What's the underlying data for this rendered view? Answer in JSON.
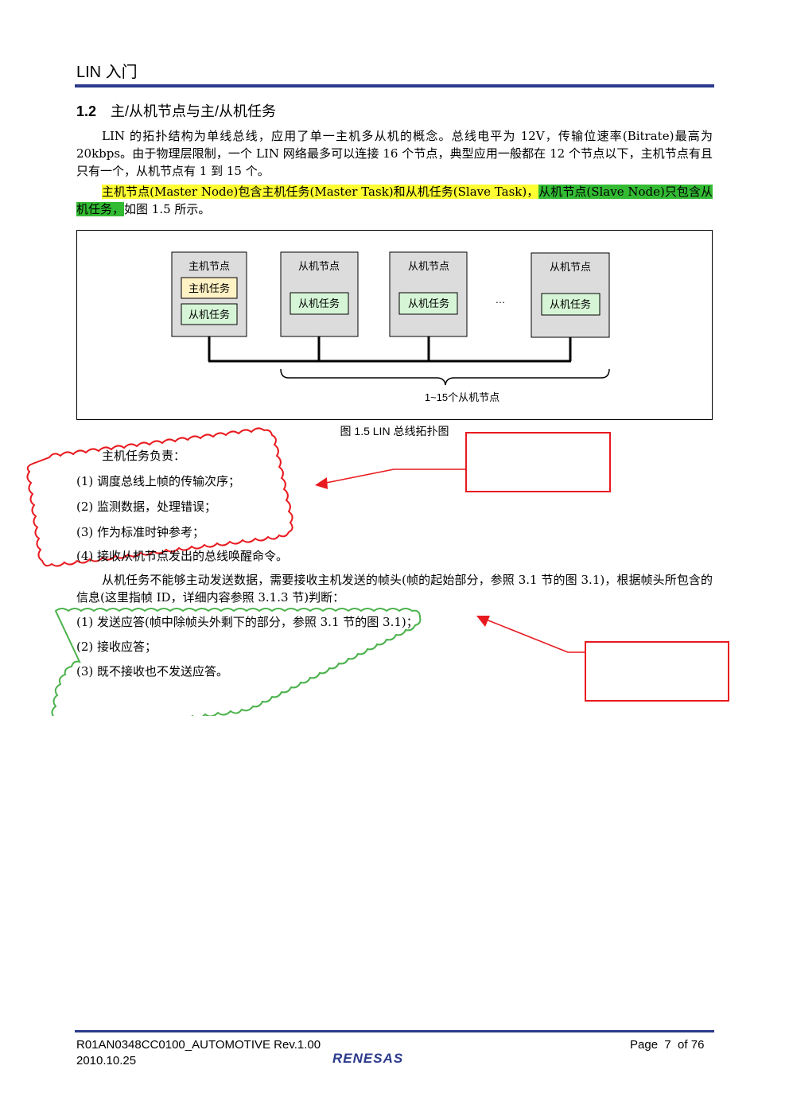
{
  "header": {
    "title": "LIN 入门"
  },
  "section": {
    "number": "1.2",
    "title": "主/从机节点与主/从机任务"
  },
  "paragraph1": "LIN 的拓扑结构为单线总线，应用了单一主机多从机的概念。总线电平为 12V，传输位速率(Bitrate)最高为 20kbps。由于物理层限制，一个 LIN 网络最多可以连接 16 个节点，典型应用一般都在 12 个节点以下，主机节点有且只有一个，从机节点有 1 到 15 个。",
  "paragraph2": {
    "part1": "主机节点(Master Node)包含主机任务(Master Task)和从机任务(Slave Task)，",
    "part2": "从机节点(Slave Node)只包含从机任务，",
    "part3": "如图 1.5 所示。"
  },
  "figure": {
    "master_node": "主机节点",
    "master_task": "主机任务",
    "slave_task": "从机任务",
    "slave_node": "从机节点",
    "ellipsis": "…",
    "brace_label": "1~15个从机节点",
    "caption": "图 1.5 LIN 总线拓扑图"
  },
  "master_duties": {
    "intro": "主机任务负责：",
    "items": [
      "(1)  调度总线上帧的传输次序；",
      "(2)  监测数据，处理错误；",
      "(3)  作为标准时钟参考；",
      "(4)  接收从机节点发出的总线唤醒命令。"
    ]
  },
  "paragraph3": "从机任务不能够主动发送数据，需要接收主机发送的帧头(帧的起始部分，参照 3.1 节的图 3.1)，根据帧头所包含的信息(这里指帧 ID，详细内容参照 3.1.3 节)判断：",
  "slave_duties": {
    "items": [
      "(1)  发送应答(帧中除帧头外剩下的部分，参照 3.1 节的图 3.1)；",
      "(2)  接收应答；",
      "(3)  既不接收也不发送应答。"
    ]
  },
  "footer": {
    "doc_id": "R01AN0348CC0100_AUTOMOTIVE Rev.1.00",
    "date": "2010.10.25",
    "page": "Page  7  of 76",
    "logo": "RENESAS"
  },
  "colors": {
    "rule": "#2b3a8c",
    "highlight_yellow": "#ffff33",
    "highlight_green": "#33bb33",
    "annotation_red": "#e8191e",
    "annotation_green": "#4cb24c",
    "node_fill": "#dcdcdc",
    "master_task_fill": "#fff2c4",
    "slave_task_fill": "#d6f5d6"
  }
}
